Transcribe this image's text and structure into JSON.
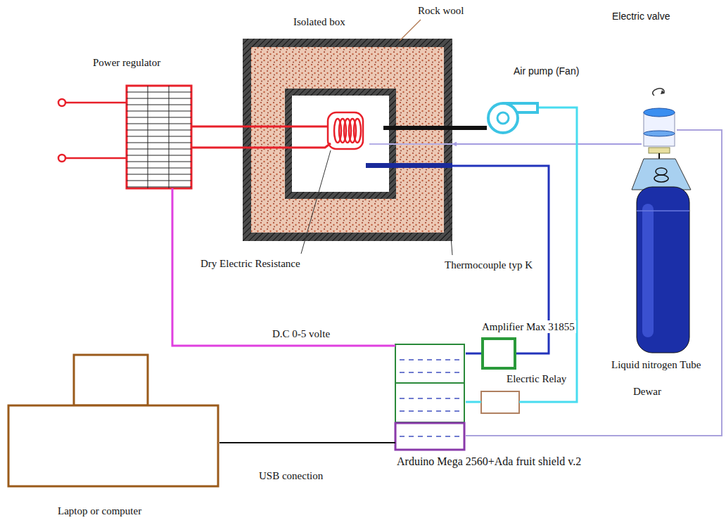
{
  "diagram": {
    "nodes": [
      {
        "text": [
          "Power regulator"
        ]
      },
      {
        "text": [
          "Isolated box"
        ]
      },
      {
        "text": [
          "Air pump (Fan)"
        ]
      },
      {
        "text": [
          "Electric valve"
        ]
      },
      {
        "text": [
          "Liquid nitrogen Tube",
          "Dewar"
        ]
      },
      {
        "text": [
          "Amplifier Max 31855"
        ]
      },
      {
        "text": [
          "Elecrtic Relay"
        ]
      },
      {
        "text": [
          "Arduino Mega 2560+Ada fruit shield v.2"
        ]
      },
      {
        "text": [
          "Laptop or computer"
        ]
      }
    ],
    "edges": [
      {
        "from": 0,
        "to": 1,
        "arrow": "none"
      },
      {
        "from": 1,
        "to": 2,
        "arrow": "none"
      },
      {
        "from": 3,
        "to": 1,
        "arrow": "to"
      },
      {
        "from": 1,
        "to": 5,
        "arrow": "none"
      },
      {
        "from": 5,
        "to": 7,
        "arrow": "none"
      },
      {
        "from": 2,
        "to": 6,
        "arrow": "none"
      },
      {
        "from": 6,
        "to": 7,
        "arrow": "none"
      },
      {
        "from": 7,
        "to": 0,
        "label": "D.C 0-5 volte",
        "arrow": "none"
      },
      {
        "from": 8,
        "to": 7,
        "label": "USB conection",
        "arrow": "none"
      },
      {
        "from": 7,
        "to": 3,
        "arrow": "none"
      }
    ],
    "labels": [
      "Rock wool",
      "Dry Electric Resistance",
      "Thermocouple typ K"
    ]
  }
}
